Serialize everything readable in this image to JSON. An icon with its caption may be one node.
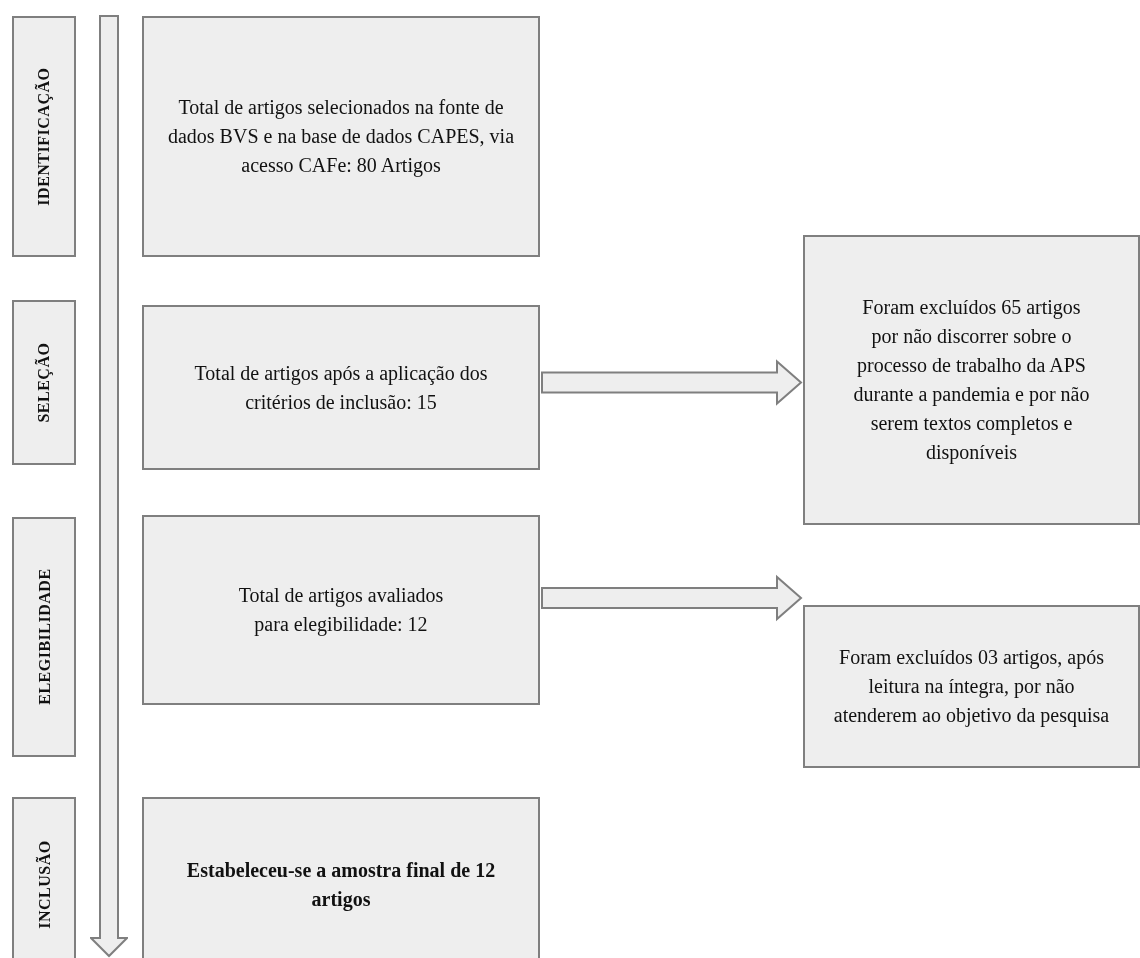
{
  "diagram": {
    "nodes": [
      {
        "text": [
          "IDENTIFICAÇÃO"
        ]
      },
      {
        "text": [
          "Total de artigos selecionados na fonte de dados BVS e na base de dados CAPES, via acesso CAFe: 80 Artigos"
        ]
      },
      {
        "text": [
          "SELEÇÃO"
        ]
      },
      {
        "text": [
          "Total de artigos após a aplicação dos critérios de inclusão: 15"
        ]
      },
      {
        "text": [
          "Foram excluídos 65 artigos por não discorrer sobre o processo de trabalho da APS durante a pandemia e por não serem textos completos e disponíveis"
        ]
      },
      {
        "text": [
          "ELEGIBILIDADE"
        ]
      },
      {
        "text": [
          "Total de artigos avaliados para elegibilidade: 12"
        ]
      },
      {
        "text": [
          "Foram excluídos 03 artigos, após leitura na íntegra, por não atenderem ao objetivo da pesquisa"
        ]
      },
      {
        "text": [
          "INCLUSÃO"
        ]
      },
      {
        "text": [
          "Estabeleceu-se a amostra final de 12 artigos"
        ]
      },
      {
        "text": [],
        "shape": "arrow"
      }
    ],
    "edges": [
      {
        "from": 3,
        "to": 4,
        "arrow": "to"
      },
      {
        "from": 6,
        "to": 7,
        "arrow": "to"
      }
    ]
  }
}
